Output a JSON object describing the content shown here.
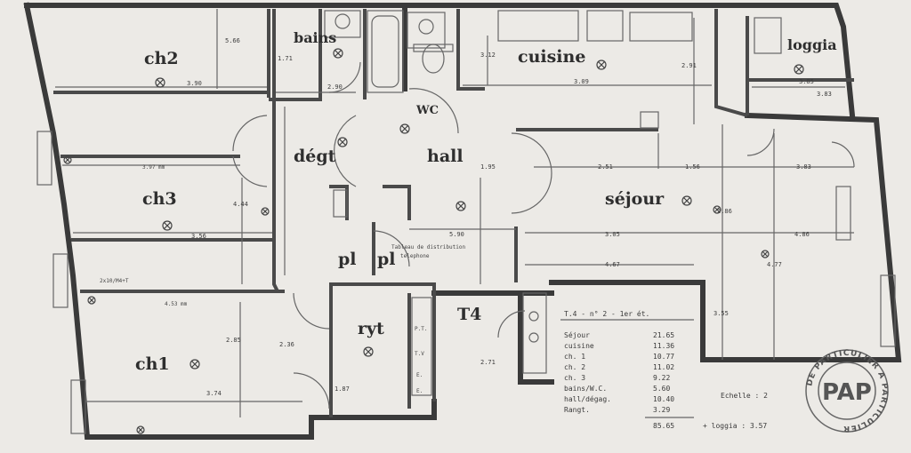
{
  "rooms": {
    "ch2": "ch2",
    "bains": "bains",
    "cuisine": "cuisine",
    "loggia": "loggia",
    "wc": "WC",
    "degt": "dégt",
    "hall": "hall",
    "ch3": "ch3",
    "sejour": "séjour",
    "pl1": "pl",
    "pl2": "pl",
    "t4": "T4",
    "ch1": "ch1",
    "ryt": "ryt"
  },
  "dimensions": {
    "ch2_w": "3.90",
    "bains_w": "2.90",
    "cuisine_w": "3.09",
    "loggia_w": "3.85",
    "loggia_w2": "3.83",
    "ch3_w": "3.56",
    "degt_h": "4.44",
    "hall_w": "5.90",
    "sejour_w1": "2.51",
    "sejour_w2": "1.56",
    "sejour_w3": "3.83",
    "sejour_w4": "3.05",
    "sejour_w5": "4.67",
    "sejour_w6": "4.86",
    "sejour_h": "4.77",
    "ch1_w": "3.74",
    "ch1_h1": "2.85",
    "ch1_h2": "2.36",
    "ryt_w": "1.87",
    "v1": "5.66",
    "v2": "1.71",
    "v3": "3.12",
    "v4": "2.91",
    "v5": "3.55",
    "v6": "2.86",
    "v7": "1.95",
    "v8": "2.71"
  },
  "notes": {
    "tableau": "Tableau de distribution",
    "tableau2": "telephone",
    "ch1_label": "4.53 mm",
    "ch3_label": "3.97 mm",
    "ch3_top": "2x10/M4+T",
    "panel1": "P.T.",
    "panel2": "T.V",
    "panel3": "E.",
    "panel4": "E."
  },
  "table": {
    "header": "T.4 - n° 2 - 1er ét.",
    "rows": [
      {
        "label": "Séjour",
        "value": "21.65"
      },
      {
        "label": "cuisine",
        "value": "11.36"
      },
      {
        "label": "ch. 1",
        "value": "10.77"
      },
      {
        "label": "ch. 2",
        "value": "11.02"
      },
      {
        "label": "ch. 3",
        "value": "9.22"
      },
      {
        "label": "bains/W.C.",
        "value": "5.60"
      },
      {
        "label": "hall/dégag.",
        "value": "10.40"
      },
      {
        "label": "Rangt.",
        "value": "3.29"
      }
    ],
    "total": "85.65",
    "loggia": "+ loggia : 3.57",
    "scale": "Echelle : 2"
  },
  "stamp": {
    "logo": "PAP",
    "ring": "DE PARTICULIER A PARTICULIER"
  }
}
